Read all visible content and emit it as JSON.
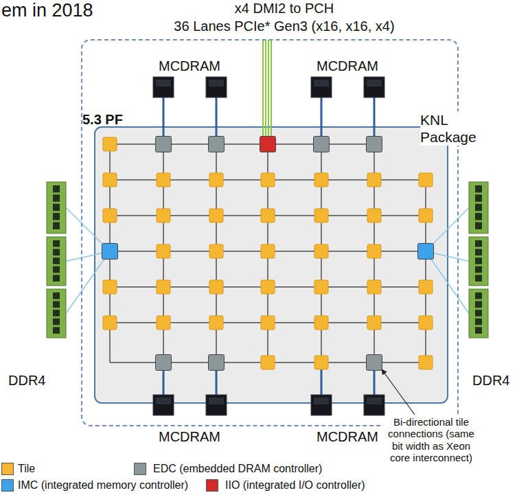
{
  "diagram": {
    "title": "em in 2018",
    "nodes": [
      {
        "text": [
          "KNL Package"
        ]
      }
    ],
    "labels": [
      "5.3 PF",
      "x4 DMI2 to PCH",
      "36 Lanes PCIe* Gen3 (x16, x16, x4)",
      "MCDRAM",
      "MCDRAM",
      "DDR4",
      "DDR4",
      "MCDRAM",
      "MCDRAM",
      "Bi-directional tile connections (same bit width as Xeon core interconnect)"
    ],
    "legend": [
      {
        "text": "Tile",
        "color": "#f5b731"
      },
      {
        "text": "EDC (embedded DRAM controller)",
        "color": "#8c9799"
      },
      {
        "text": "IMC (integrated memory controller)",
        "color": "#3ea2ea"
      },
      {
        "text": "IIO (integrated I/O controller)",
        "color": "#d42a2a"
      }
    ]
  }
}
